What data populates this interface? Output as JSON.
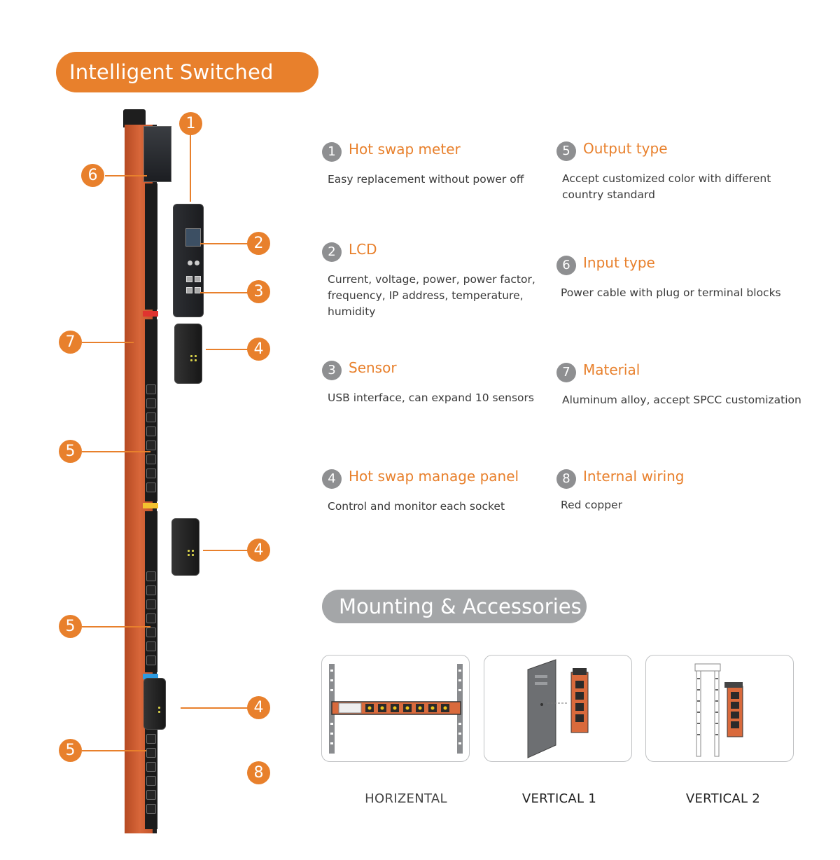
{
  "title": "Intelligent Switched PDU",
  "callouts": {
    "c1": "1",
    "c2": "2",
    "c3": "3",
    "c4a": "4",
    "c4b": "4",
    "c4c": "4",
    "c5a": "5",
    "c5b": "5",
    "c5c": "5",
    "c6": "6",
    "c7": "7",
    "c8": "8"
  },
  "features": [
    {
      "num": "1",
      "title": "Hot swap meter",
      "desc": "Easy replacement without power off"
    },
    {
      "num": "2",
      "title": "LCD",
      "desc": "Current, voltage, power, power factor, frequency, IP address, temperature, humidity"
    },
    {
      "num": "3",
      "title": "Sensor",
      "desc": "USB interface, can expand 10 sensors"
    },
    {
      "num": "4",
      "title": "Hot swap manage panel",
      "desc": "Control and monitor each socket"
    },
    {
      "num": "5",
      "title": "Output type",
      "desc": "Accept customized color with different country standard"
    },
    {
      "num": "6",
      "title": "Input type",
      "desc": "Power cable with plug or terminal blocks"
    },
    {
      "num": "7",
      "title": "Material",
      "desc": "Aluminum alloy, accept SPCC customization"
    },
    {
      "num": "8",
      "title": "Internal wiring",
      "desc": "Red copper"
    }
  ],
  "mounting": {
    "title": "Mounting & Accessories",
    "options": [
      "HORIZENTAL",
      "VERTICAL 1",
      "VERTICAL 2"
    ]
  },
  "colors": {
    "accent": "#e8802c",
    "gray_pill": "#a4a6a8",
    "pdu_body": "#c9582c"
  }
}
